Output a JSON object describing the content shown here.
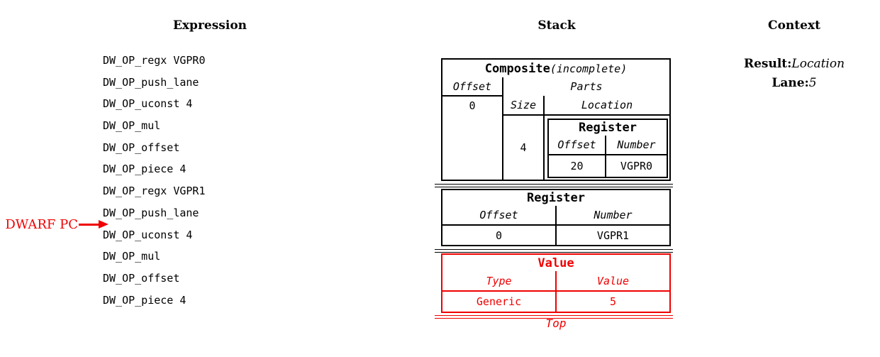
{
  "headers": {
    "expression": "Expression",
    "stack": "Stack",
    "context": "Context"
  },
  "expression": {
    "pc_label": "DWARF PC",
    "items": [
      "DW_OP_regx VGPR0",
      "DW_OP_push_lane",
      "DW_OP_uconst 4",
      "DW_OP_mul",
      "DW_OP_offset",
      "DW_OP_piece 4",
      "DW_OP_regx VGPR1",
      "DW_OP_push_lane",
      "DW_OP_uconst 4",
      "DW_OP_mul",
      "DW_OP_offset",
      "DW_OP_piece 4"
    ]
  },
  "stack": {
    "composite": {
      "title": "Composite",
      "note": "(incomplete)",
      "offset_header": "Offset",
      "parts_header": "Parts",
      "offset_value": "0",
      "size_header": "Size",
      "location_header": "Location",
      "size_value": "4",
      "register": {
        "title": "Register",
        "offset_header": "Offset",
        "number_header": "Number",
        "offset_value": "20",
        "number_value": "VGPR0"
      }
    },
    "register": {
      "title": "Register",
      "offset_header": "Offset",
      "number_header": "Number",
      "offset_value": "0",
      "number_value": "VGPR1"
    },
    "value": {
      "title": "Value",
      "type_header": "Type",
      "value_header": "Value",
      "type_value": "Generic",
      "value_value": "5"
    },
    "top_label": "Top"
  },
  "context": {
    "result_label": "Result:",
    "result_value": "Location",
    "lane_label": "Lane:",
    "lane_value": "5"
  },
  "colors": {
    "accent_red": "#f00000",
    "text": "#000000",
    "background": "#ffffff"
  }
}
